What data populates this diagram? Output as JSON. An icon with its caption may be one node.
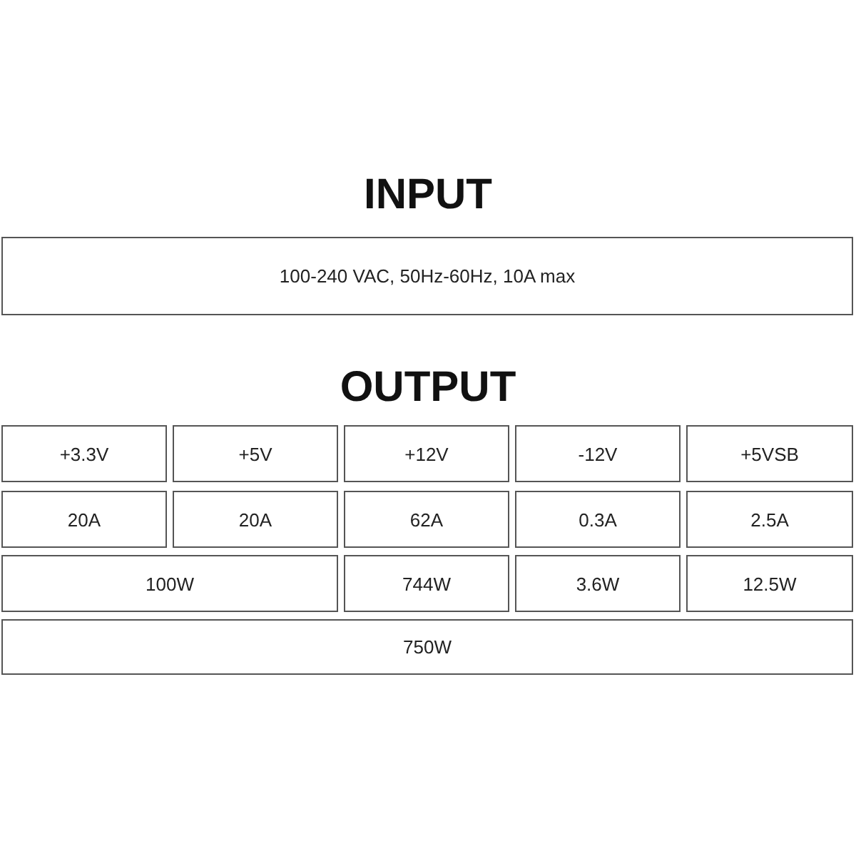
{
  "diagram": {
    "nodes": [
      {
        "text": [
          "100-240 VAC, 50Hz-60Hz, 10A max"
        ]
      },
      {
        "text": [
          "+3.3V"
        ]
      },
      {
        "text": [
          "+5V"
        ]
      },
      {
        "text": [
          "+12V"
        ]
      },
      {
        "text": [
          "-12V"
        ]
      },
      {
        "text": [
          "+5VSB"
        ]
      },
      {
        "text": [
          "20A"
        ]
      },
      {
        "text": [
          "20A"
        ]
      },
      {
        "text": [
          "62A"
        ]
      },
      {
        "text": [
          "0.3A"
        ]
      },
      {
        "text": [
          "2.5A"
        ]
      },
      {
        "text": [
          "100W"
        ]
      },
      {
        "text": [
          "744W"
        ]
      },
      {
        "text": [
          "3.6W"
        ]
      },
      {
        "text": [
          "12.5W"
        ]
      },
      {
        "text": [
          "750W"
        ]
      }
    ],
    "labels": [
      "INPUT",
      "OUTPUT"
    ]
  }
}
